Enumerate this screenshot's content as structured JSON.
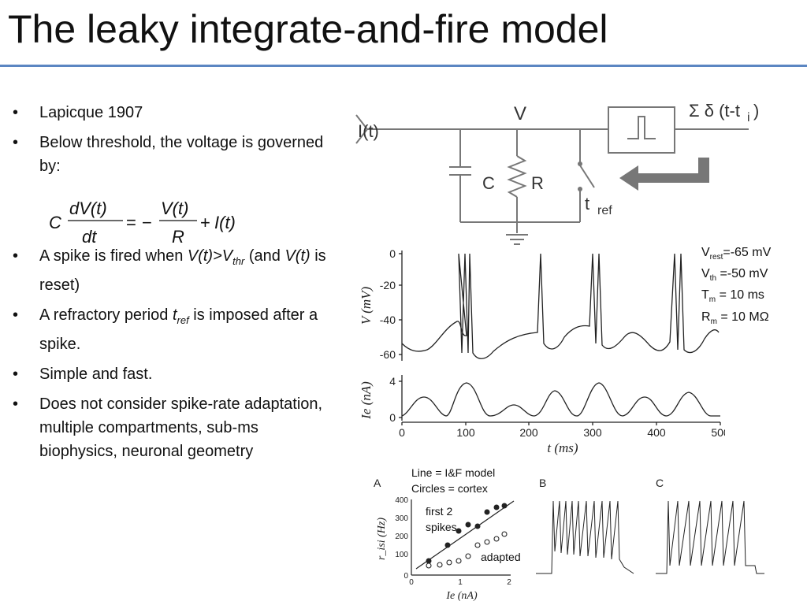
{
  "slide": {
    "title": "The leaky integrate-and-fire model",
    "bullets": [
      {
        "text": "Lapicque 1907"
      },
      {
        "text": "Below threshold, the voltage is governed by:"
      },
      {
        "html_parts": [
          "A spike is fired when ",
          "V(t)>V",
          "thr",
          " (and ",
          "V(t)",
          " is reset)"
        ]
      },
      {
        "html_parts": [
          "A refractory period ",
          "t",
          "ref",
          " is imposed after a spike."
        ]
      },
      {
        "text": "Simple and fast."
      },
      {
        "text": "Does not consider spike-rate adaptation, multiple compartments, sub-ms biophysics, neuronal geometry"
      }
    ],
    "equation": {
      "C": "C",
      "dV": "dV(t)",
      "dt": "dt",
      "eq": "=",
      "minus": "−",
      "V": "V(t)",
      "R": "R",
      "plus": "+",
      "I": "I(t)"
    },
    "bullet_char": "•"
  },
  "circuit": {
    "input": "I(t)",
    "voltage": "V",
    "capacitor": "C",
    "resistor": "R",
    "switch_label": "t",
    "switch_sub": "ref",
    "output": "Σ δ (t-t",
    "output_sub": "i",
    "output_close": ")"
  },
  "params": [
    {
      "name": "V",
      "sub": "rest",
      "value": "=-65 mV"
    },
    {
      "name": "V",
      "sub": "th",
      "value": " =-50 mV"
    },
    {
      "name": "T",
      "sub": "m",
      "value": " = 10 ms"
    },
    {
      "name": "R",
      "sub": "m",
      "value": " = 10 MΩ"
    }
  ],
  "voltage_plot": {
    "ylabel": "V (mV)",
    "yticks": [
      "0",
      "-20",
      "-40",
      "-60"
    ]
  },
  "current_plot": {
    "ylabel": "Ie (nA)",
    "yticks": [
      "4",
      "0"
    ],
    "xticks": [
      "0",
      "100",
      "200",
      "300",
      "400",
      "500"
    ],
    "xlabel": "t (ms)"
  },
  "bottom": {
    "legend_line": "Line = I&F model",
    "legend_circles": "Circles = cortex",
    "panel_a": "A",
    "panel_b": "B",
    "panel_c": "C",
    "first2": "first 2",
    "spikes": "spikes",
    "adapted": "adapted",
    "yticks": [
      "400",
      "300",
      "200",
      "100",
      "0"
    ],
    "xticks": [
      "0",
      "1",
      "2"
    ],
    "ylabel": "r_isi (Hz)",
    "xlabel": "Ie (nA)"
  }
}
